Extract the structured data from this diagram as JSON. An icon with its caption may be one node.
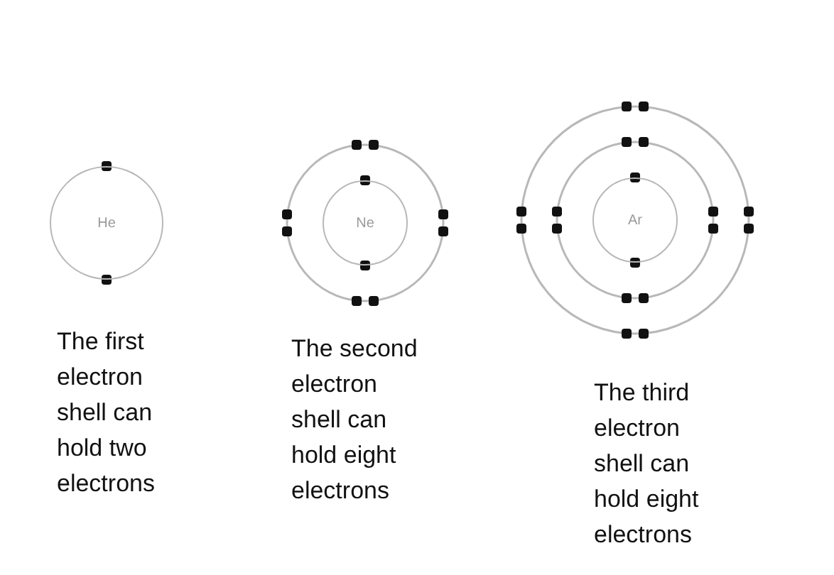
{
  "diagram": {
    "nodes": [
      {
        "text": [
          "He"
        ]
      },
      {
        "text": [
          "Ne"
        ]
      },
      {
        "text": [
          "Ar"
        ]
      }
    ],
    "labels": [
      "The first electron shell can hold two electrons",
      "The second electron shell can hold eight electrons",
      "The third electron shell can hold eight electrons"
    ]
  }
}
